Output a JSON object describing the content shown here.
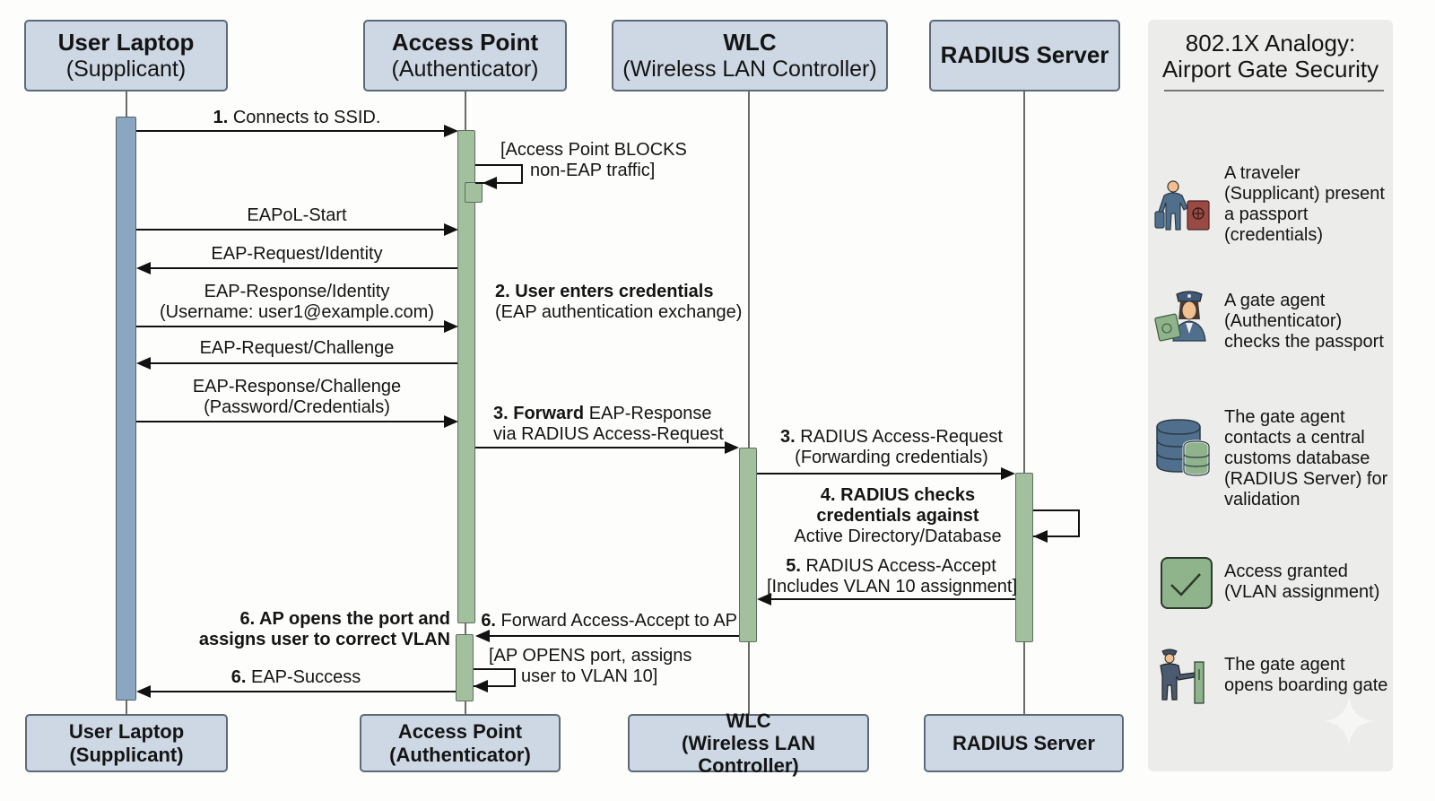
{
  "participants": [
    {
      "name": "User Laptop",
      "role": "(Supplicant)"
    },
    {
      "name": "Access Point",
      "role": "(Authenticator)"
    },
    {
      "name": "WLC",
      "role": "(Wireless LAN Controller)"
    },
    {
      "name": "RADIUS Server",
      "role": ""
    }
  ],
  "messages": {
    "m1": {
      "num": "1.",
      "text": " Connects to SSID."
    },
    "note_block": {
      "line1": "[Access Point BLOCKS",
      "line2": "non-EAP traffic]"
    },
    "m_eapol": {
      "text": "EAPoL-Start"
    },
    "m_req_id": {
      "text": "EAP-Request/Identity"
    },
    "m_resp_id": {
      "line1": "EAP-Response/Identity",
      "line2": "(Username: user1@example.com)"
    },
    "m_req_ch": {
      "text": "EAP-Request/Challenge"
    },
    "m_resp_ch": {
      "line1": "EAP-Response/Challenge",
      "line2": "(Password/Credentials)"
    },
    "note2": {
      "bold": "2. User enters credentials",
      "line2": "(EAP authentication exchange)"
    },
    "m3a": {
      "bold": "3. Forward",
      "rest": " EAP-Response",
      "line2": "via RADIUS Access-Request"
    },
    "m3b": {
      "num": "3.",
      "text": " RADIUS Access-Request",
      "line2": "(Forwarding credentials)"
    },
    "note4": {
      "bold1": "4. RADIUS checks",
      "bold2": "credentials against",
      "line3": "Active Directory/Database"
    },
    "m5": {
      "num": "5.",
      "text": " RADIUS Access-Accept",
      "line2": "[Includes VLAN 10 assignment]"
    },
    "m6a": {
      "num": "6.",
      "text": " Forward Access-Accept to AP"
    },
    "note6": {
      "line1": "6. AP opens the port and",
      "line2": "assigns user to correct VLAN"
    },
    "note_open": {
      "line1": "[AP OPENS port, assigns",
      "line2": "user to VLAN 10]"
    },
    "m6b": {
      "num": "6.",
      "text": " EAP-Success"
    }
  },
  "analogy": {
    "title_line1": "802.1X Analogy:",
    "title_line2": "Airport Gate Security",
    "items": [
      {
        "icon": "traveler-passport-icon",
        "lines": [
          "A traveler",
          "(Supplicant) present",
          "a passport",
          "(credentials)"
        ]
      },
      {
        "icon": "gate-agent-icon",
        "lines": [
          "A gate agent",
          "(Authenticator)",
          "checks the passport"
        ]
      },
      {
        "icon": "database-icon",
        "lines": [
          "The gate agent",
          "contacts a central",
          "customs database",
          "(RADIUS Server) for",
          "validation"
        ]
      },
      {
        "icon": "checkmark-icon",
        "lines": [
          "Access granted",
          "(VLAN assignment)"
        ]
      },
      {
        "icon": "boarding-gate-icon",
        "lines": [
          "The gate agent",
          "opens boarding gate"
        ]
      }
    ]
  },
  "colors": {
    "actor_fill": "#cdd8e4",
    "supplicant_activation": "#8aa6c0",
    "other_activation": "#a2bf9e",
    "panel_bg": "#ececeb"
  }
}
